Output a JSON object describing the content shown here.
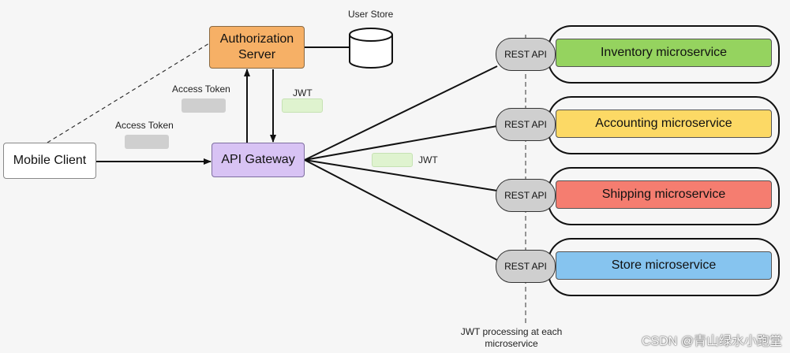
{
  "nodes": {
    "auth_server": "Authorization Server",
    "user_store": "User Store",
    "api_gateway": "API Gateway",
    "mobile_client": "Mobile Client"
  },
  "labels": {
    "access_token_upper": "Access Token",
    "access_token_lower": "Access Token",
    "jwt_upper": "JWT",
    "jwt_right": "JWT",
    "jwt_processing": "JWT processing at each microservice"
  },
  "services": [
    {
      "rest": "REST API",
      "name": "Inventory microservice",
      "color": "#95d35f"
    },
    {
      "rest": "REST API",
      "name": "Accounting microservice",
      "color": "#fcd965"
    },
    {
      "rest": "REST API",
      "name": "Shipping microservice",
      "color": "#f57d70"
    },
    {
      "rest": "REST API",
      "name": "Store microservice",
      "color": "#86c4ef"
    }
  ],
  "watermark": "CSDN @青山绿水小跑堂"
}
